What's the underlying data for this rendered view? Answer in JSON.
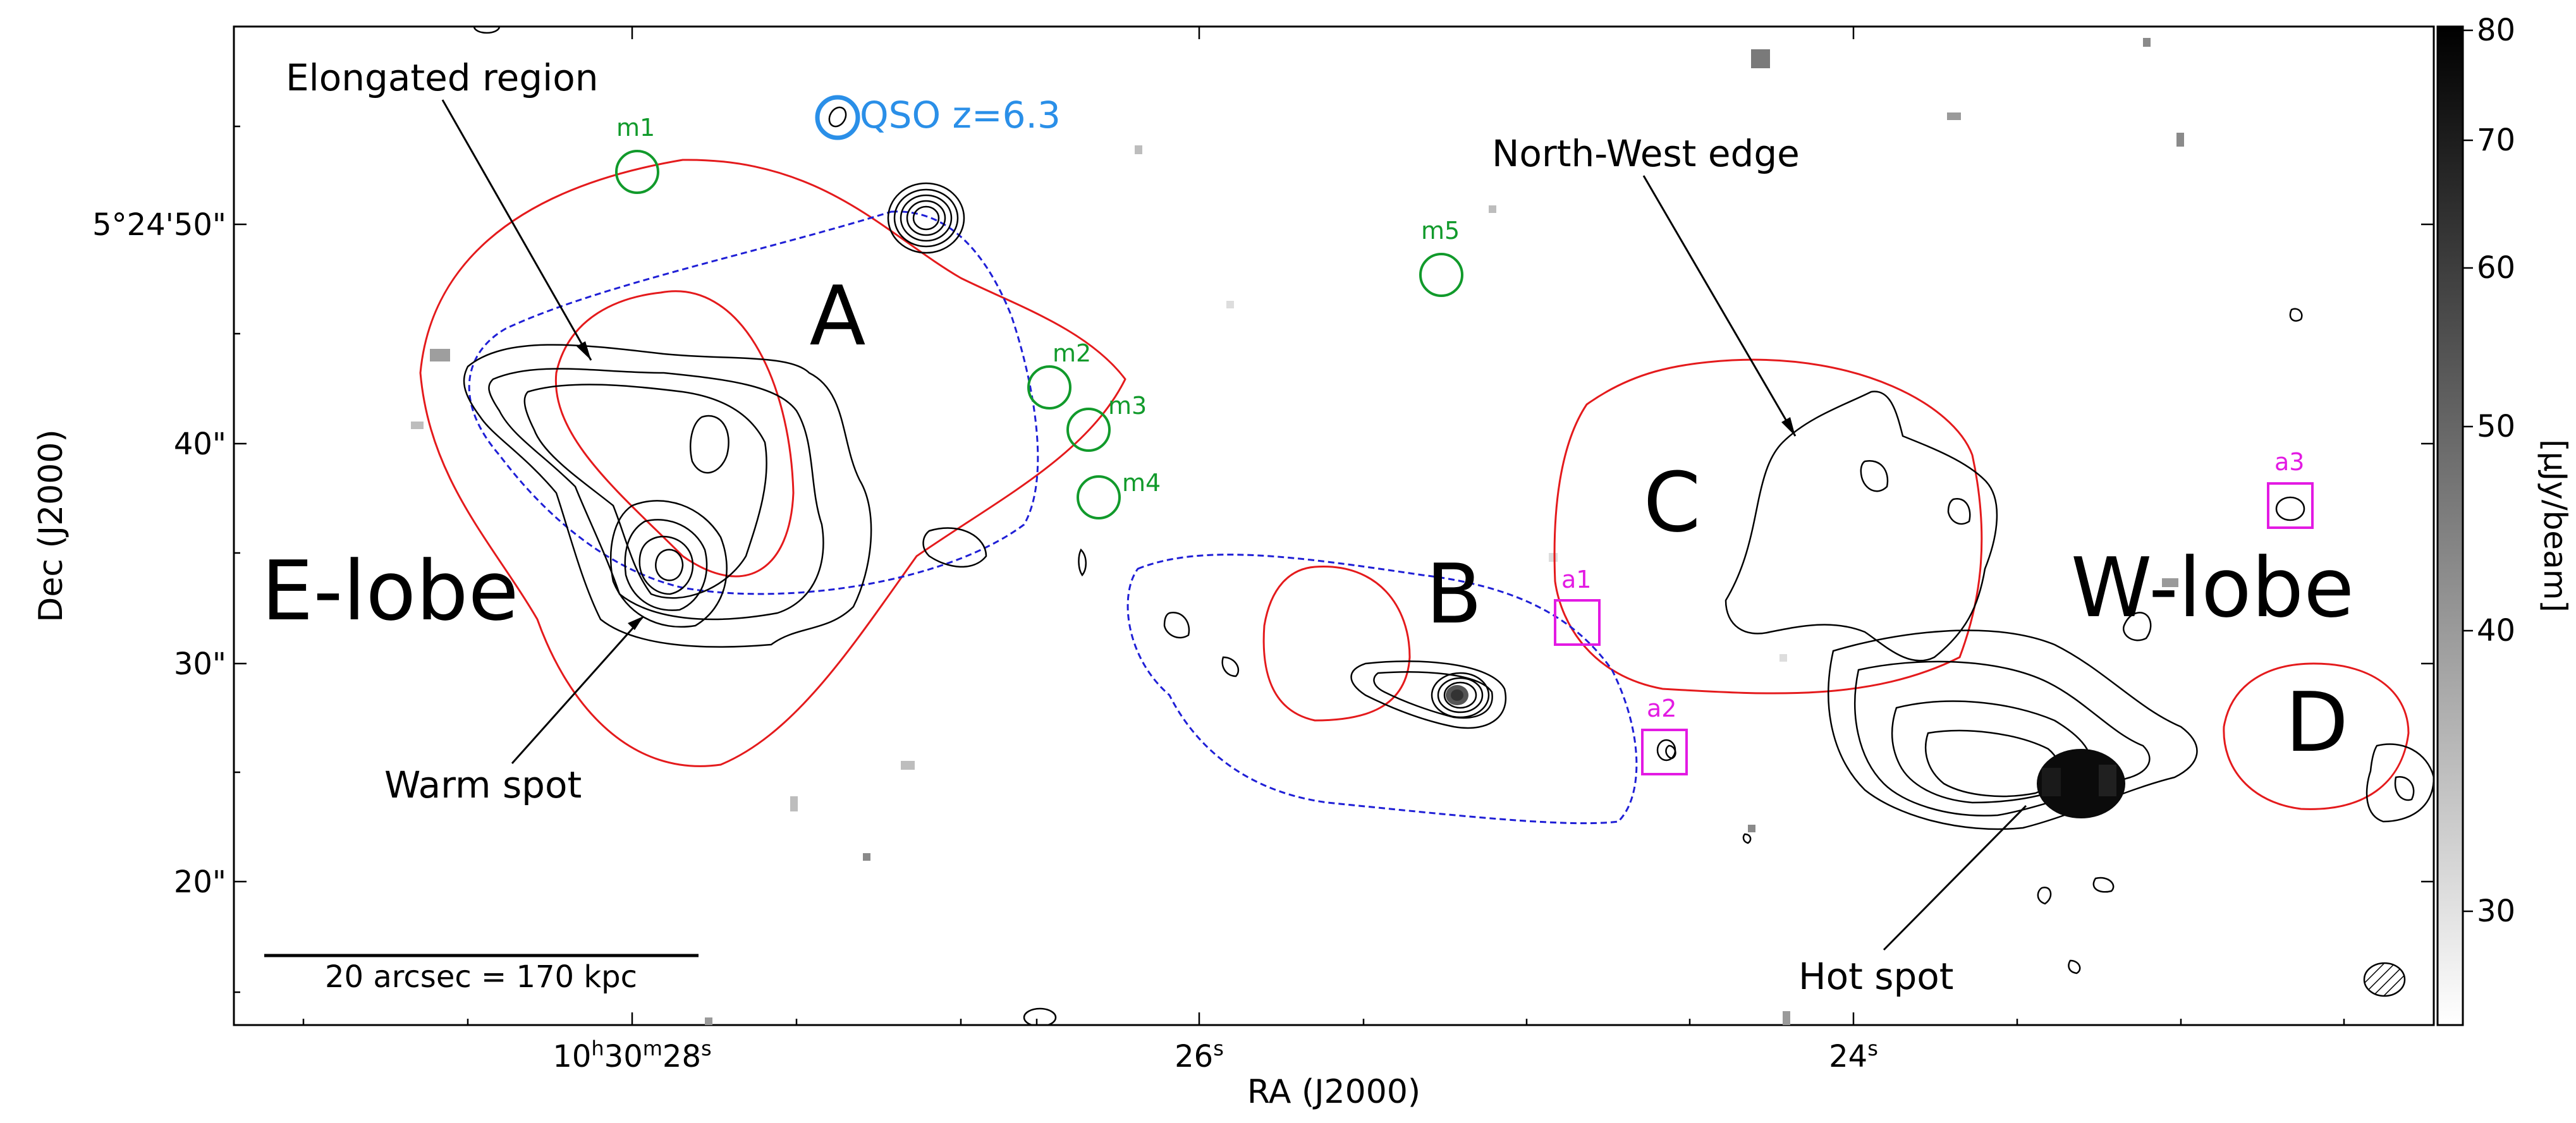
{
  "axes": {
    "xlabel": "RA (J2000)",
    "ylabel": "Dec (J2000)",
    "x_ticks": [
      {
        "label": "10h30m28s",
        "main": "10",
        "h": "h",
        "mid": "30",
        "m": "m",
        "sec": "28",
        "s": "s"
      },
      {
        "label": "26s",
        "main": "26",
        "s": "s"
      },
      {
        "label": "24s",
        "main": "24",
        "s": "s"
      }
    ],
    "y_ticks": [
      "5°24'50\"",
      "40\"",
      "30\"",
      "20\""
    ]
  },
  "colorbar": {
    "label": "[μJy/beam]",
    "ticks": [
      "80",
      "70",
      "60",
      "50",
      "40",
      "30"
    ]
  },
  "regions": {
    "A": "A",
    "B": "B",
    "C": "C",
    "D": "D",
    "E_lobe": "E-lobe",
    "W_lobe": "W-lobe"
  },
  "annotations": {
    "qso": "QSO z=6.3",
    "elongated": "Elongated region",
    "warm_spot": "Warm spot",
    "north_west_edge": "North-West edge",
    "hot_spot": "Hot spot"
  },
  "markers": {
    "green_circles": [
      "m1",
      "m2",
      "m3",
      "m4",
      "m5"
    ],
    "magenta_boxes": [
      "a1",
      "a2",
      "a3"
    ]
  },
  "scalebar": "20 arcsec = 170 kpc",
  "colors": {
    "red_contour": "#e41a1c",
    "blue_contour": "#1f1fd6",
    "green_marker": "#119a2b",
    "magenta_marker": "#e31ae3",
    "qso_text": "#2a8fe8"
  }
}
